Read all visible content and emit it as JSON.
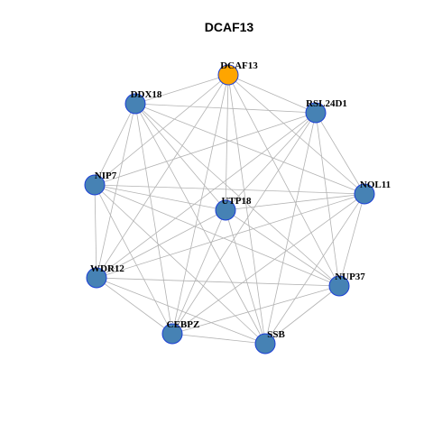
{
  "title": "DCAF13",
  "colors": {
    "node_fill": "#4682b4",
    "highlight_fill": "#ffa500",
    "node_border": "#1c3fd6",
    "edge": "#b3b3b3"
  },
  "nodes": [
    {
      "id": "DCAF13",
      "label": "DCAF13",
      "highlight": true
    },
    {
      "id": "DDX18",
      "label": "DDX18",
      "highlight": false
    },
    {
      "id": "RSL24D1",
      "label": "RSL24D1",
      "highlight": false
    },
    {
      "id": "NIP7",
      "label": "NIP7",
      "highlight": false
    },
    {
      "id": "UTP18",
      "label": "UTP18",
      "highlight": false
    },
    {
      "id": "NOL11",
      "label": "NOL11",
      "highlight": false
    },
    {
      "id": "WDR12",
      "label": "WDR12",
      "highlight": false
    },
    {
      "id": "NUP37",
      "label": "NUP37",
      "highlight": false
    },
    {
      "id": "CEBPZ",
      "label": "CEBPZ",
      "highlight": false
    },
    {
      "id": "SSB",
      "label": "SSB",
      "highlight": false
    }
  ],
  "edges": [
    [
      "DCAF13",
      "DDX18"
    ],
    [
      "DCAF13",
      "RSL24D1"
    ],
    [
      "DCAF13",
      "NIP7"
    ],
    [
      "DCAF13",
      "UTP18"
    ],
    [
      "DCAF13",
      "NOL11"
    ],
    [
      "DCAF13",
      "WDR12"
    ],
    [
      "DCAF13",
      "NUP37"
    ],
    [
      "DCAF13",
      "CEBPZ"
    ],
    [
      "DCAF13",
      "SSB"
    ],
    [
      "DDX18",
      "RSL24D1"
    ],
    [
      "DDX18",
      "NIP7"
    ],
    [
      "DDX18",
      "UTP18"
    ],
    [
      "DDX18",
      "NOL11"
    ],
    [
      "DDX18",
      "WDR12"
    ],
    [
      "DDX18",
      "NUP37"
    ],
    [
      "DDX18",
      "CEBPZ"
    ],
    [
      "DDX18",
      "SSB"
    ],
    [
      "RSL24D1",
      "NIP7"
    ],
    [
      "RSL24D1",
      "UTP18"
    ],
    [
      "RSL24D1",
      "NOL11"
    ],
    [
      "RSL24D1",
      "WDR12"
    ],
    [
      "RSL24D1",
      "NUP37"
    ],
    [
      "RSL24D1",
      "CEBPZ"
    ],
    [
      "RSL24D1",
      "SSB"
    ],
    [
      "NIP7",
      "UTP18"
    ],
    [
      "NIP7",
      "NOL11"
    ],
    [
      "NIP7",
      "WDR12"
    ],
    [
      "NIP7",
      "NUP37"
    ],
    [
      "NIP7",
      "CEBPZ"
    ],
    [
      "NIP7",
      "SSB"
    ],
    [
      "UTP18",
      "NOL11"
    ],
    [
      "UTP18",
      "WDR12"
    ],
    [
      "UTP18",
      "NUP37"
    ],
    [
      "UTP18",
      "CEBPZ"
    ],
    [
      "UTP18",
      "SSB"
    ],
    [
      "NOL11",
      "WDR12"
    ],
    [
      "NOL11",
      "NUP37"
    ],
    [
      "NOL11",
      "CEBPZ"
    ],
    [
      "NOL11",
      "SSB"
    ],
    [
      "WDR12",
      "NUP37"
    ],
    [
      "WDR12",
      "CEBPZ"
    ],
    [
      "WDR12",
      "SSB"
    ],
    [
      "NUP37",
      "CEBPZ"
    ],
    [
      "NUP37",
      "SSB"
    ],
    [
      "CEBPZ",
      "SSB"
    ]
  ]
}
